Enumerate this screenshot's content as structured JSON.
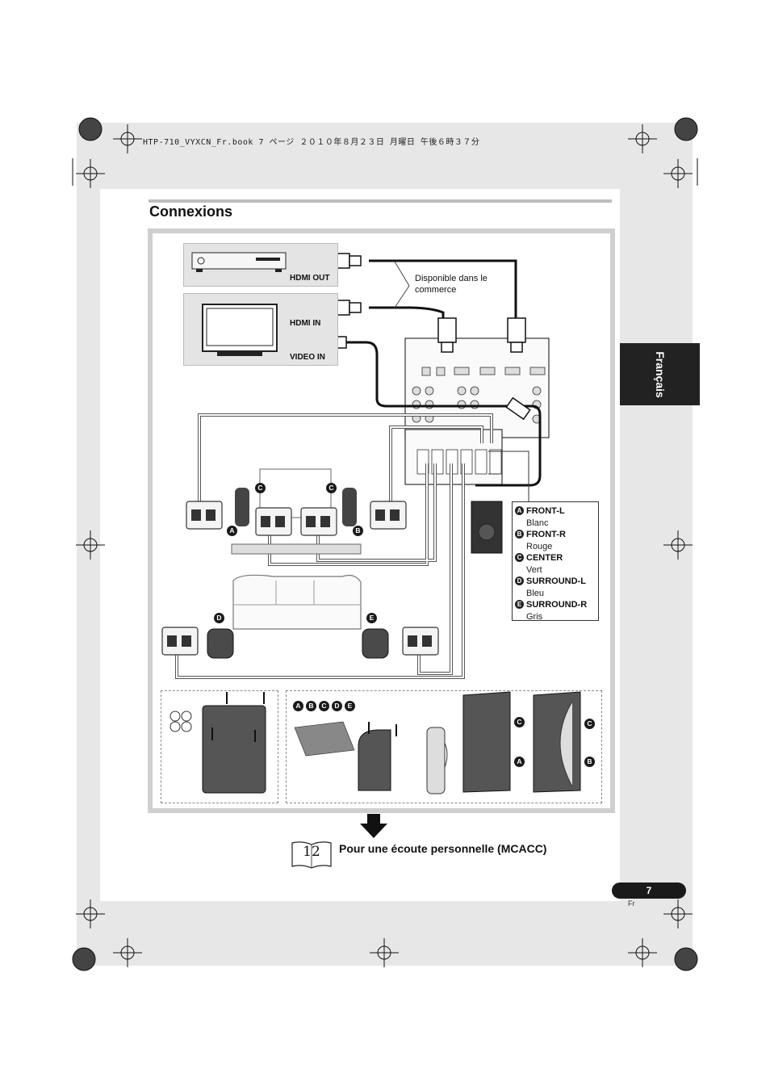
{
  "print_header": "HTP-710_VYXCN_Fr.book  7 ページ  ２０１０年８月２３日  月曜日  午後６時３７分",
  "section_title": "Connexions",
  "language_tab": "Français",
  "devices": {
    "hdmi_out_label": "HDMI OUT",
    "hdmi_in_label": "HDMI IN",
    "video_in_label": "VIDEO IN"
  },
  "cable_note": "Disponible dans le commerce",
  "speaker_callouts": {
    "a": "A",
    "b": "B",
    "c": "C",
    "d": "D",
    "e": "E"
  },
  "legend": [
    {
      "badge": "A",
      "name": "FRONT-L",
      "color": "Blanc"
    },
    {
      "badge": "B",
      "name": "FRONT-R",
      "color": "Rouge"
    },
    {
      "badge": "C",
      "name": "CENTER",
      "color": "Vert"
    },
    {
      "badge": "D",
      "name": "SURROUND-L",
      "color": "Bleu"
    },
    {
      "badge": "E",
      "name": "SURROUND-R",
      "color": "Gris"
    }
  ],
  "install_badges": [
    "A",
    "B",
    "C",
    "D",
    "E"
  ],
  "mcacc": {
    "page_ref": "12",
    "text": "Pour une écoute personnelle (MCACC)"
  },
  "page_number": "7",
  "page_lang": "Fr",
  "colors": {
    "bleed": "#e7e7e7",
    "tab": "#222222",
    "frame": "#cfcfcf"
  }
}
